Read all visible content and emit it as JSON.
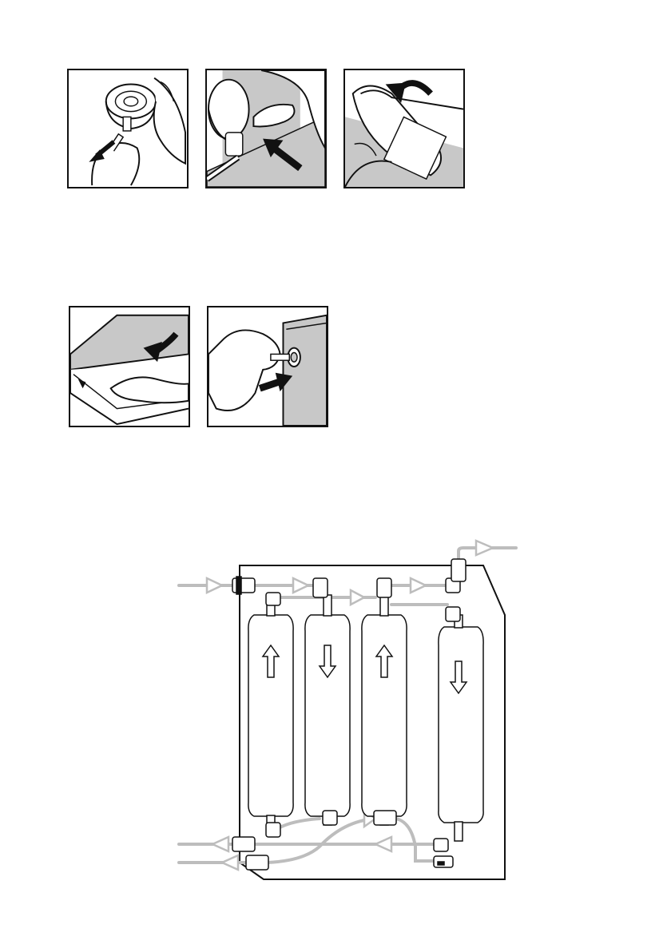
{
  "page": {
    "background": "#ffffff",
    "line_color": "#111111",
    "tube_color": "#bdbdbd",
    "shade_color": "#c8c8c8"
  },
  "illustrations": {
    "row1": [
      {
        "icon": "pull-connector-out-illustration"
      },
      {
        "icon": "push-connector-in-illustration"
      },
      {
        "icon": "rotate-filter-illustration"
      }
    ],
    "row2": [
      {
        "icon": "open-cover-illustration"
      },
      {
        "icon": "press-valve-illustration"
      }
    ]
  },
  "diagram": {
    "filters": [
      {
        "flow": "up"
      },
      {
        "flow": "down"
      },
      {
        "flow": "up"
      },
      {
        "flow": "down"
      }
    ]
  }
}
